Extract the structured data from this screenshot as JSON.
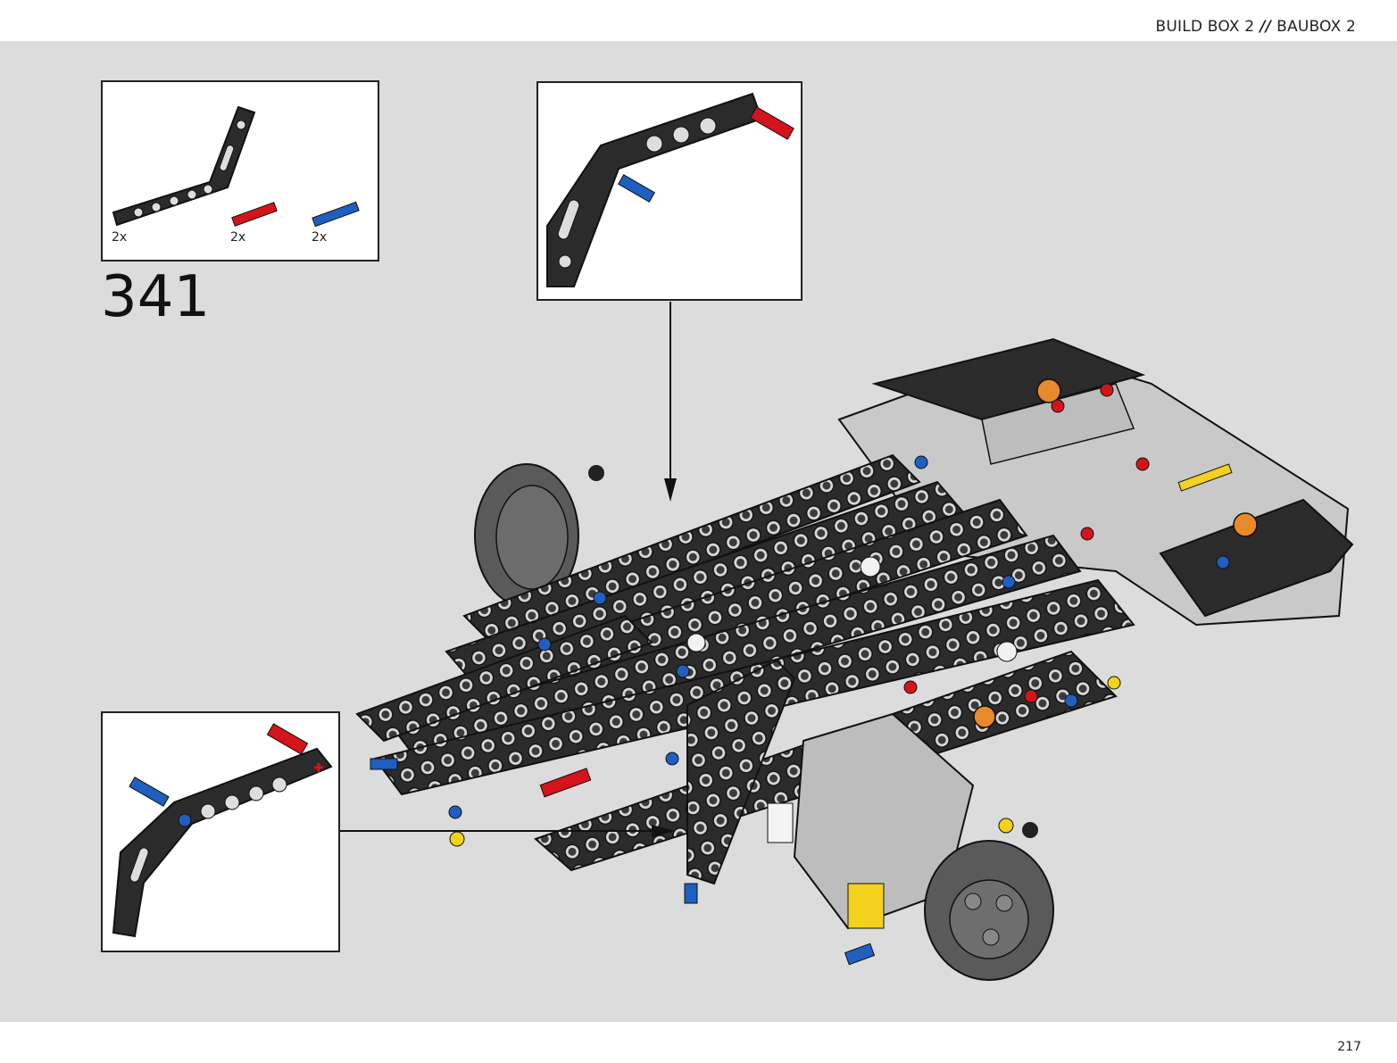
{
  "header": {
    "left": "BUILD BOX 2",
    "separator": "//",
    "right": "BAUBOX 2"
  },
  "step": {
    "number": "341"
  },
  "parts_list": {
    "items": [
      {
        "name": "dark-gray-angled-beam",
        "qty": "2x"
      },
      {
        "name": "red-axle-pin",
        "qty": "2x"
      },
      {
        "name": "blue-axle-pin",
        "qty": "2x"
      }
    ]
  },
  "page": {
    "number": "217"
  },
  "colors": {
    "background": "#dcdcdc",
    "beam": "#2b2b2b",
    "red": "#d4141a",
    "blue": "#1f5fbf",
    "yellow": "#f4d11c",
    "orange": "#e8892b",
    "light_gray": "#c8c8c8"
  }
}
